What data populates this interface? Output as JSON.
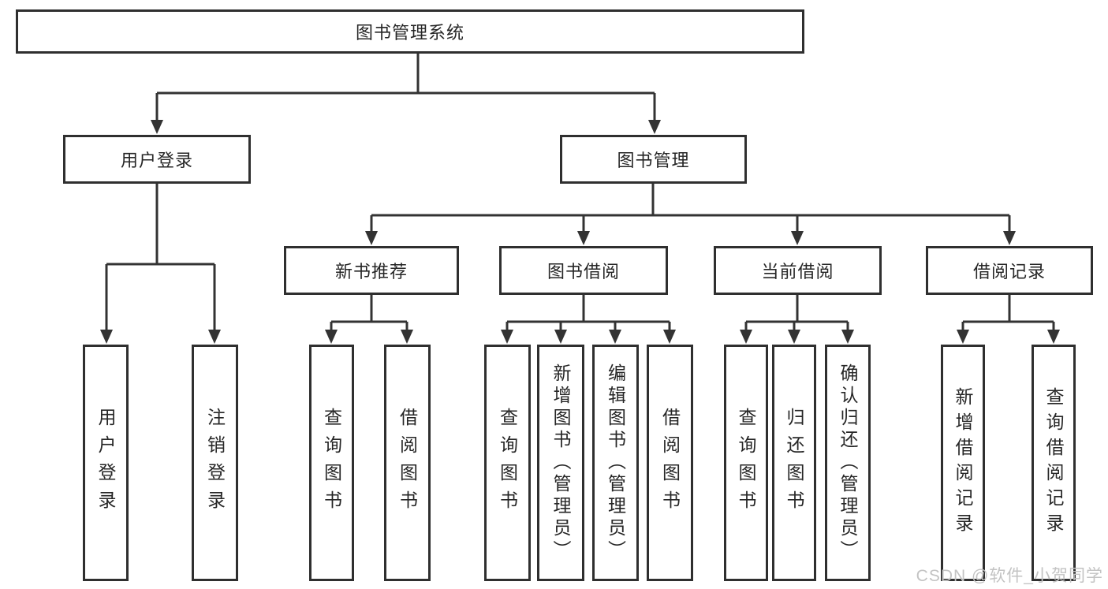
{
  "diagram": {
    "root": {
      "label": "图书管理系统"
    },
    "branches": [
      {
        "label": "用户登录",
        "children": [
          {
            "label": "用户登录"
          },
          {
            "label": "注销登录"
          }
        ]
      },
      {
        "label": "图书管理",
        "children": [
          {
            "label": "新书推荐",
            "children": [
              {
                "label": "查询图书"
              },
              {
                "label": "借阅图书"
              }
            ]
          },
          {
            "label": "图书借阅",
            "children": [
              {
                "label": "查询图书"
              },
              {
                "label": "新增图书（管理员）"
              },
              {
                "label": "编辑图书（管理员）"
              },
              {
                "label": "借阅图书"
              }
            ]
          },
          {
            "label": "当前借阅",
            "children": [
              {
                "label": "查询图书"
              },
              {
                "label": "归还图书"
              },
              {
                "label": "确认归还（管理员）"
              }
            ]
          },
          {
            "label": "借阅记录",
            "children": [
              {
                "label": "新增借阅记录"
              },
              {
                "label": "查询借阅记录"
              }
            ]
          }
        ]
      }
    ]
  },
  "watermark": {
    "text": "CSDN @软件_小贺同学"
  },
  "colors": {
    "line": "#333333",
    "box_border": "#2f2f2f",
    "text": "#262626",
    "watermark": "#c3c3c3",
    "background": "#ffffff"
  }
}
